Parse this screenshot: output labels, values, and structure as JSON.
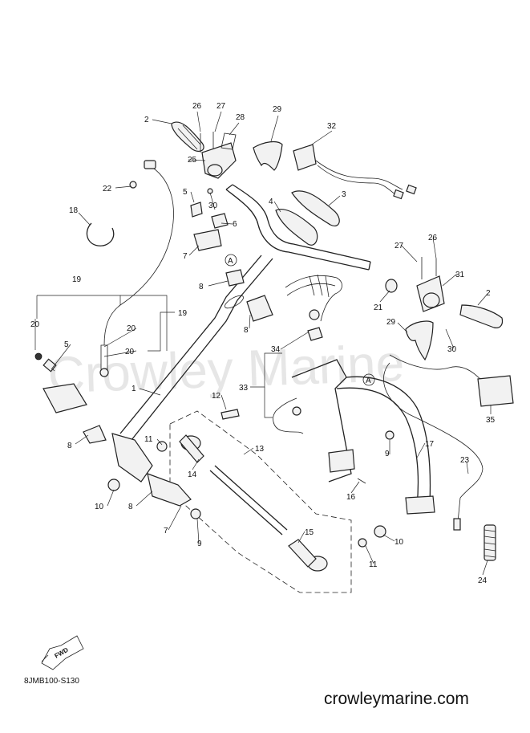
{
  "watermark": "Crowley Marine",
  "diagram_code": "8JMB100-S130",
  "footer_site": "crowleymarine.com",
  "fwd_label": "FWD",
  "ref_marker": "A",
  "callouts": [
    "1",
    "2",
    "3",
    "4",
    "5",
    "6",
    "7",
    "8",
    "9",
    "10",
    "11",
    "12",
    "13",
    "14",
    "15",
    "16",
    "17",
    "18",
    "19",
    "20",
    "21",
    "22",
    "23",
    "24",
    "25",
    "26",
    "27",
    "28",
    "29",
    "30",
    "31",
    "32",
    "33",
    "34",
    "35"
  ]
}
